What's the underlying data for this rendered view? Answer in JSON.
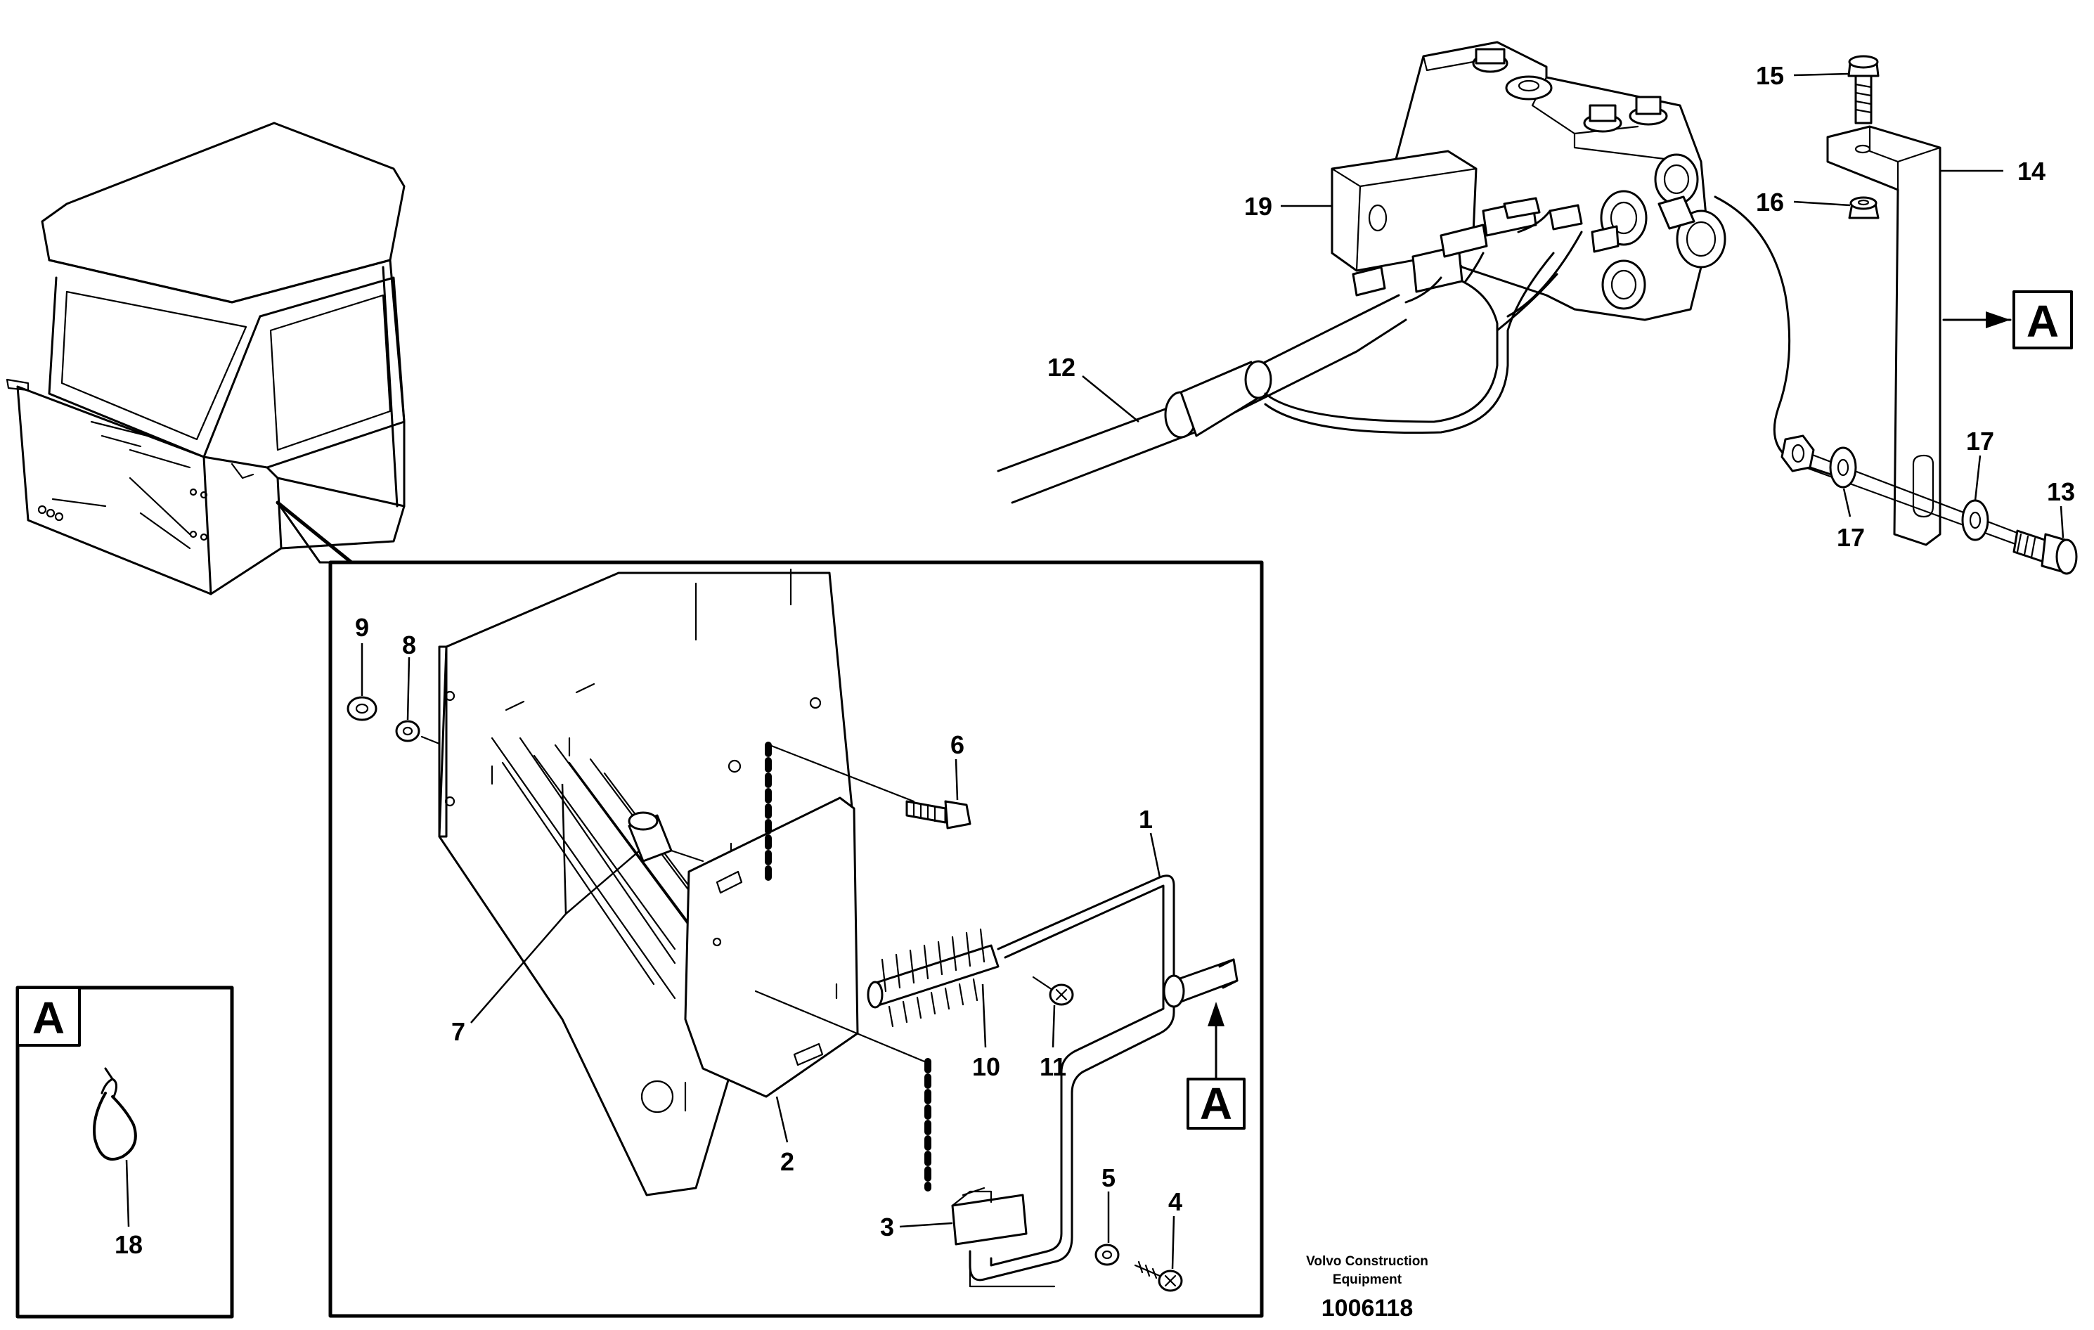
{
  "callouts": {
    "c1": "1",
    "c2": "2",
    "c3": "3",
    "c4": "4",
    "c5": "5",
    "c6": "6",
    "c7": "7",
    "c8": "8",
    "c9": "9",
    "c10": "10",
    "c11": "11",
    "c12": "12",
    "c13": "13",
    "c14": "14",
    "c15": "15",
    "c16": "16",
    "c17a": "17",
    "c17b": "17",
    "c18": "18",
    "c19": "19"
  },
  "view_markers": {
    "a_top_right": "A",
    "a_detail": "A",
    "a_inset": "A"
  },
  "footer": {
    "credit_line1": "Volvo Construction",
    "credit_line2": "Equipment",
    "doc_number": "1006118"
  }
}
